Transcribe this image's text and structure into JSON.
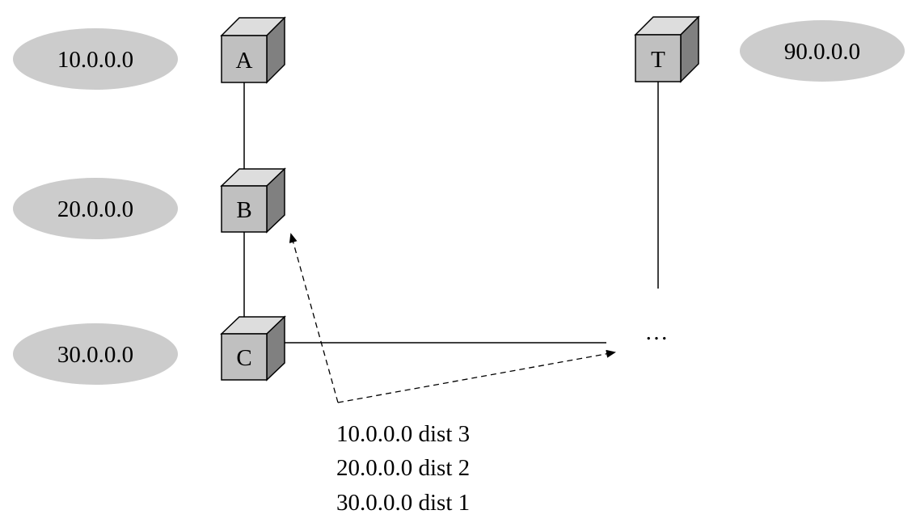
{
  "networks": [
    {
      "id": "net-10",
      "label": "10.0.0.0"
    },
    {
      "id": "net-20",
      "label": "20.0.0.0"
    },
    {
      "id": "net-30",
      "label": "30.0.0.0"
    },
    {
      "id": "net-90",
      "label": "90.0.0.0"
    }
  ],
  "routers": [
    {
      "id": "router-a",
      "label": "A"
    },
    {
      "id": "router-b",
      "label": "B"
    },
    {
      "id": "router-c",
      "label": "C"
    },
    {
      "id": "router-t",
      "label": "T"
    }
  ],
  "ellipsis": "…",
  "advertisement": [
    "10.0.0.0 dist 3",
    "20.0.0.0 dist 2",
    "30.0.0.0 dist 1"
  ],
  "colors": {
    "network_fill": "#cccccc",
    "box_front": "#c0c0c0",
    "box_top": "#dddddd",
    "box_side": "#808080",
    "stroke": "#000000"
  }
}
